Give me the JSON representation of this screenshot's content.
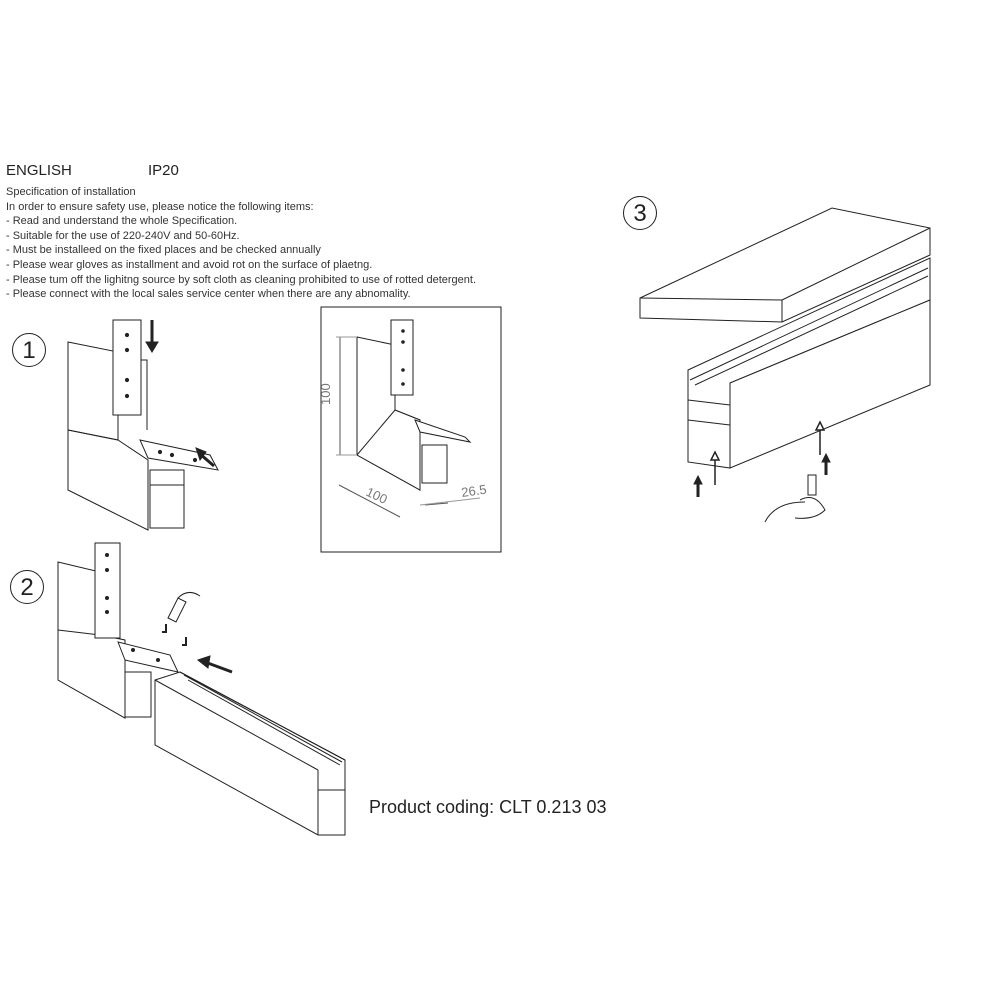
{
  "header": {
    "language": "ENGLISH",
    "rating": "IP20"
  },
  "spec": {
    "title": "Specification of installation",
    "intro": "In order to ensure safety use, please notice the following items:",
    "items": [
      "- Read and understand the whole Specification.",
      "- Suitable for the use of 220-240V and 50-60Hz.",
      "- Must be installeed on the fixed places and be checked annually",
      "- Please wear gloves as installment and avoid rot on the surface of plaetng.",
      "- Please tum off the lighitng source by soft cloth as cleaning prohibited to use of rotted detergent.",
      "- Please connect with the local sales service center when there are any abnomality."
    ]
  },
  "steps": [
    "1",
    "2",
    "3"
  ],
  "dimensions": {
    "height": "100",
    "width": "100",
    "depth": "26.5"
  },
  "product": {
    "coding": "Product coding: CLT 0.213 03"
  }
}
